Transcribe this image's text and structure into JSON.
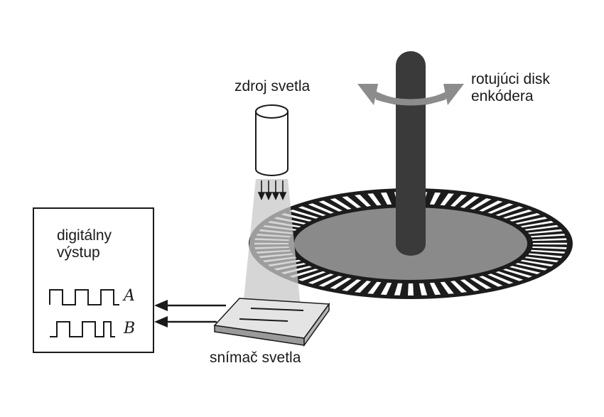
{
  "labels": {
    "light_source": "zdroj svetla",
    "disk_line1": "rotujúci disk",
    "disk_line2": "enkódera",
    "output_line1": "digitálny",
    "output_line2": "výstup",
    "sensor": "snímač svetla",
    "signal_a": "A",
    "signal_b": "B"
  },
  "encoder": {
    "slot_count": 72
  },
  "colors": {
    "disk_ring": "#1c1c1c",
    "disk_slot": "#ffffff",
    "disk_hub": "#8a8a8a",
    "shaft": "#3a3a3a",
    "rotation_arrow": "#8c8c8c",
    "light_beam": "#c8c8c8",
    "sensor_top": "#e4e4e4",
    "sensor_edge": "#9a9a9a",
    "line": "#1a1a1a"
  },
  "icons": {
    "light_source": "cylinder-lamp-icon",
    "rotation": "curved-double-arrow-icon",
    "signal_a": "square-wave-icon",
    "signal_b": "square-wave-icon"
  }
}
